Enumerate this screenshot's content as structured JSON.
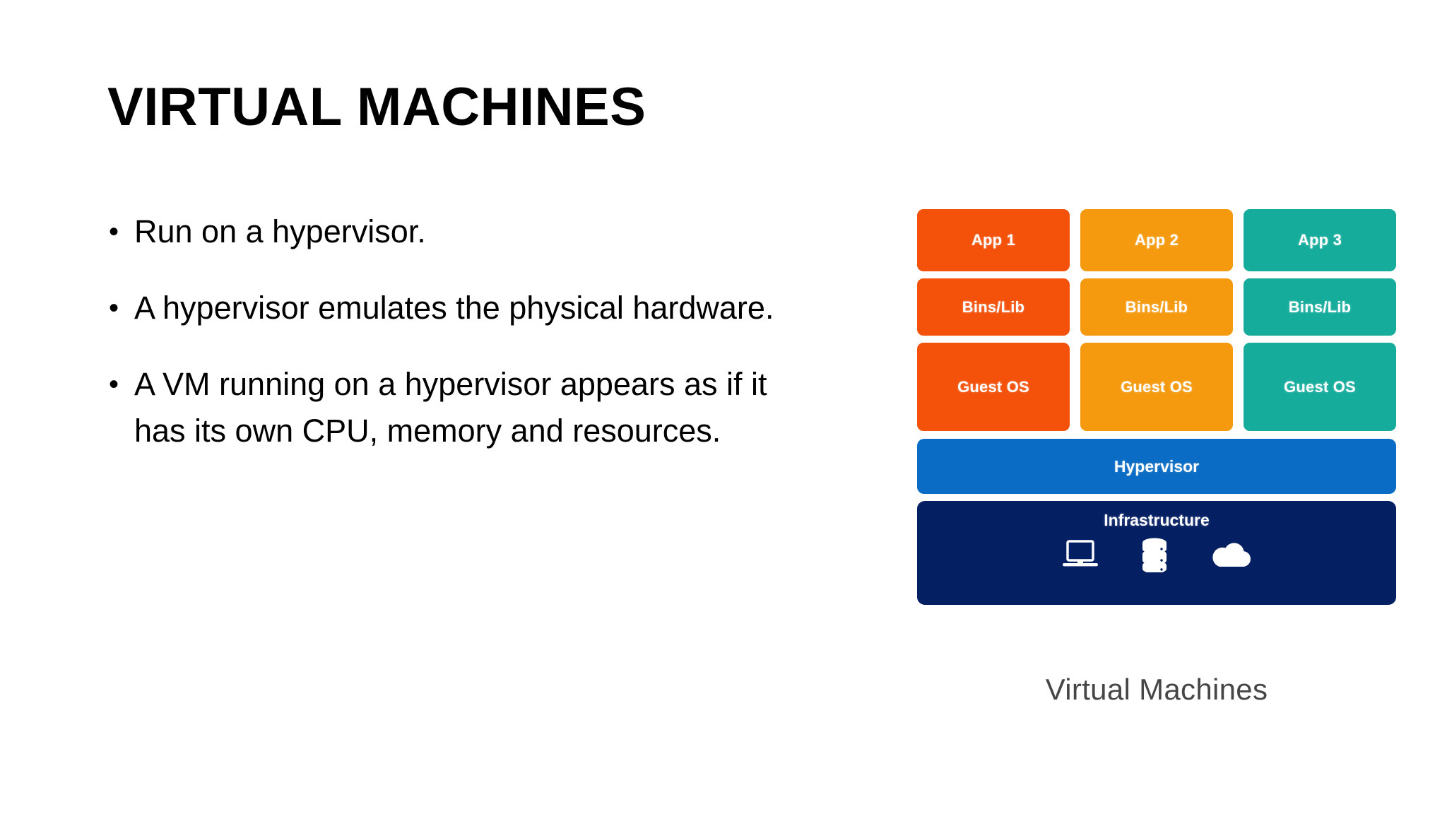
{
  "slide": {
    "title": "VIRTUAL MACHINES",
    "bullet_marker": "•",
    "bullets": [
      {
        "text": "Run on a hypervisor."
      },
      {
        "text": "A hypervisor emulates the physical hardware."
      },
      {
        "text": "A VM running on a hypervisor appears as if it has its own CPU, memory and resources."
      }
    ]
  },
  "diagram": {
    "caption": "Virtual Machines",
    "caption_color": "#464646",
    "columns": [
      {
        "color": "#F4510A",
        "app_label": "App 1",
        "bins_label": "Bins/Lib",
        "guest_label": "Guest OS"
      },
      {
        "color": "#F59A0F",
        "app_label": "App 2",
        "bins_label": "Bins/Lib",
        "guest_label": "Guest OS"
      },
      {
        "color": "#15AC9C",
        "app_label": "App 3",
        "bins_label": "Bins/Lib",
        "guest_label": "Guest OS"
      }
    ],
    "hypervisor": {
      "label": "Hypervisor",
      "color": "#0A6CC4"
    },
    "infrastructure": {
      "label": "Infrastructure",
      "color": "#051F63",
      "icons": [
        "laptop-icon",
        "database-icon",
        "cloud-icon"
      ]
    }
  }
}
